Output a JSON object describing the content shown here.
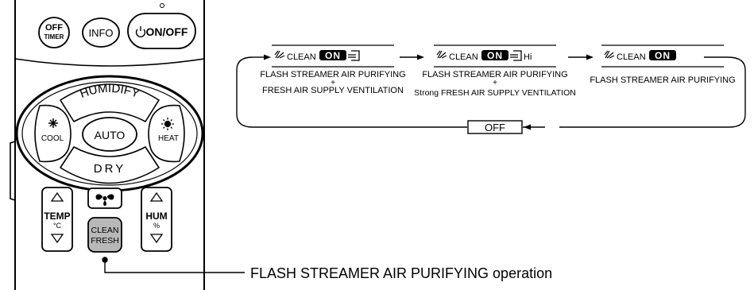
{
  "remote": {
    "off_timer": {
      "line1": "OFF",
      "line2": "TIMER"
    },
    "info": "INFO",
    "on_off": "ON/OFF",
    "humidify": "HUMIDIFY",
    "auto": "AUTO",
    "dry": "DRY",
    "cool": "COOL",
    "heat": "HEAT",
    "temp": {
      "label": "TEMP",
      "unit": "°C"
    },
    "hum": {
      "label": "HUM",
      "unit": "%"
    },
    "clean_fresh": {
      "line1": "CLEAN",
      "line2": "FRESH"
    }
  },
  "callout": "FLASH STREAMER AIR PURIFYING operation",
  "cycle": {
    "clean_label": "CLEAN",
    "on_label": "ON",
    "hi_label": "Hi",
    "off_label": "OFF",
    "plus": "+",
    "modes": [
      {
        "line1": "FLASH STREAMER AIR PURIFYING",
        "line2": "FRESH AIR SUPPLY VENTILATION"
      },
      {
        "line1": "FLASH STREAMER AIR PURIFYING",
        "line2": "Strong FRESH AIR SUPPLY VENTILATION"
      },
      {
        "line1": "FLASH STREAMER AIR PURIFYING"
      }
    ]
  },
  "colors": {
    "ink": "#000000",
    "clean_button": "#b8b8b8"
  }
}
